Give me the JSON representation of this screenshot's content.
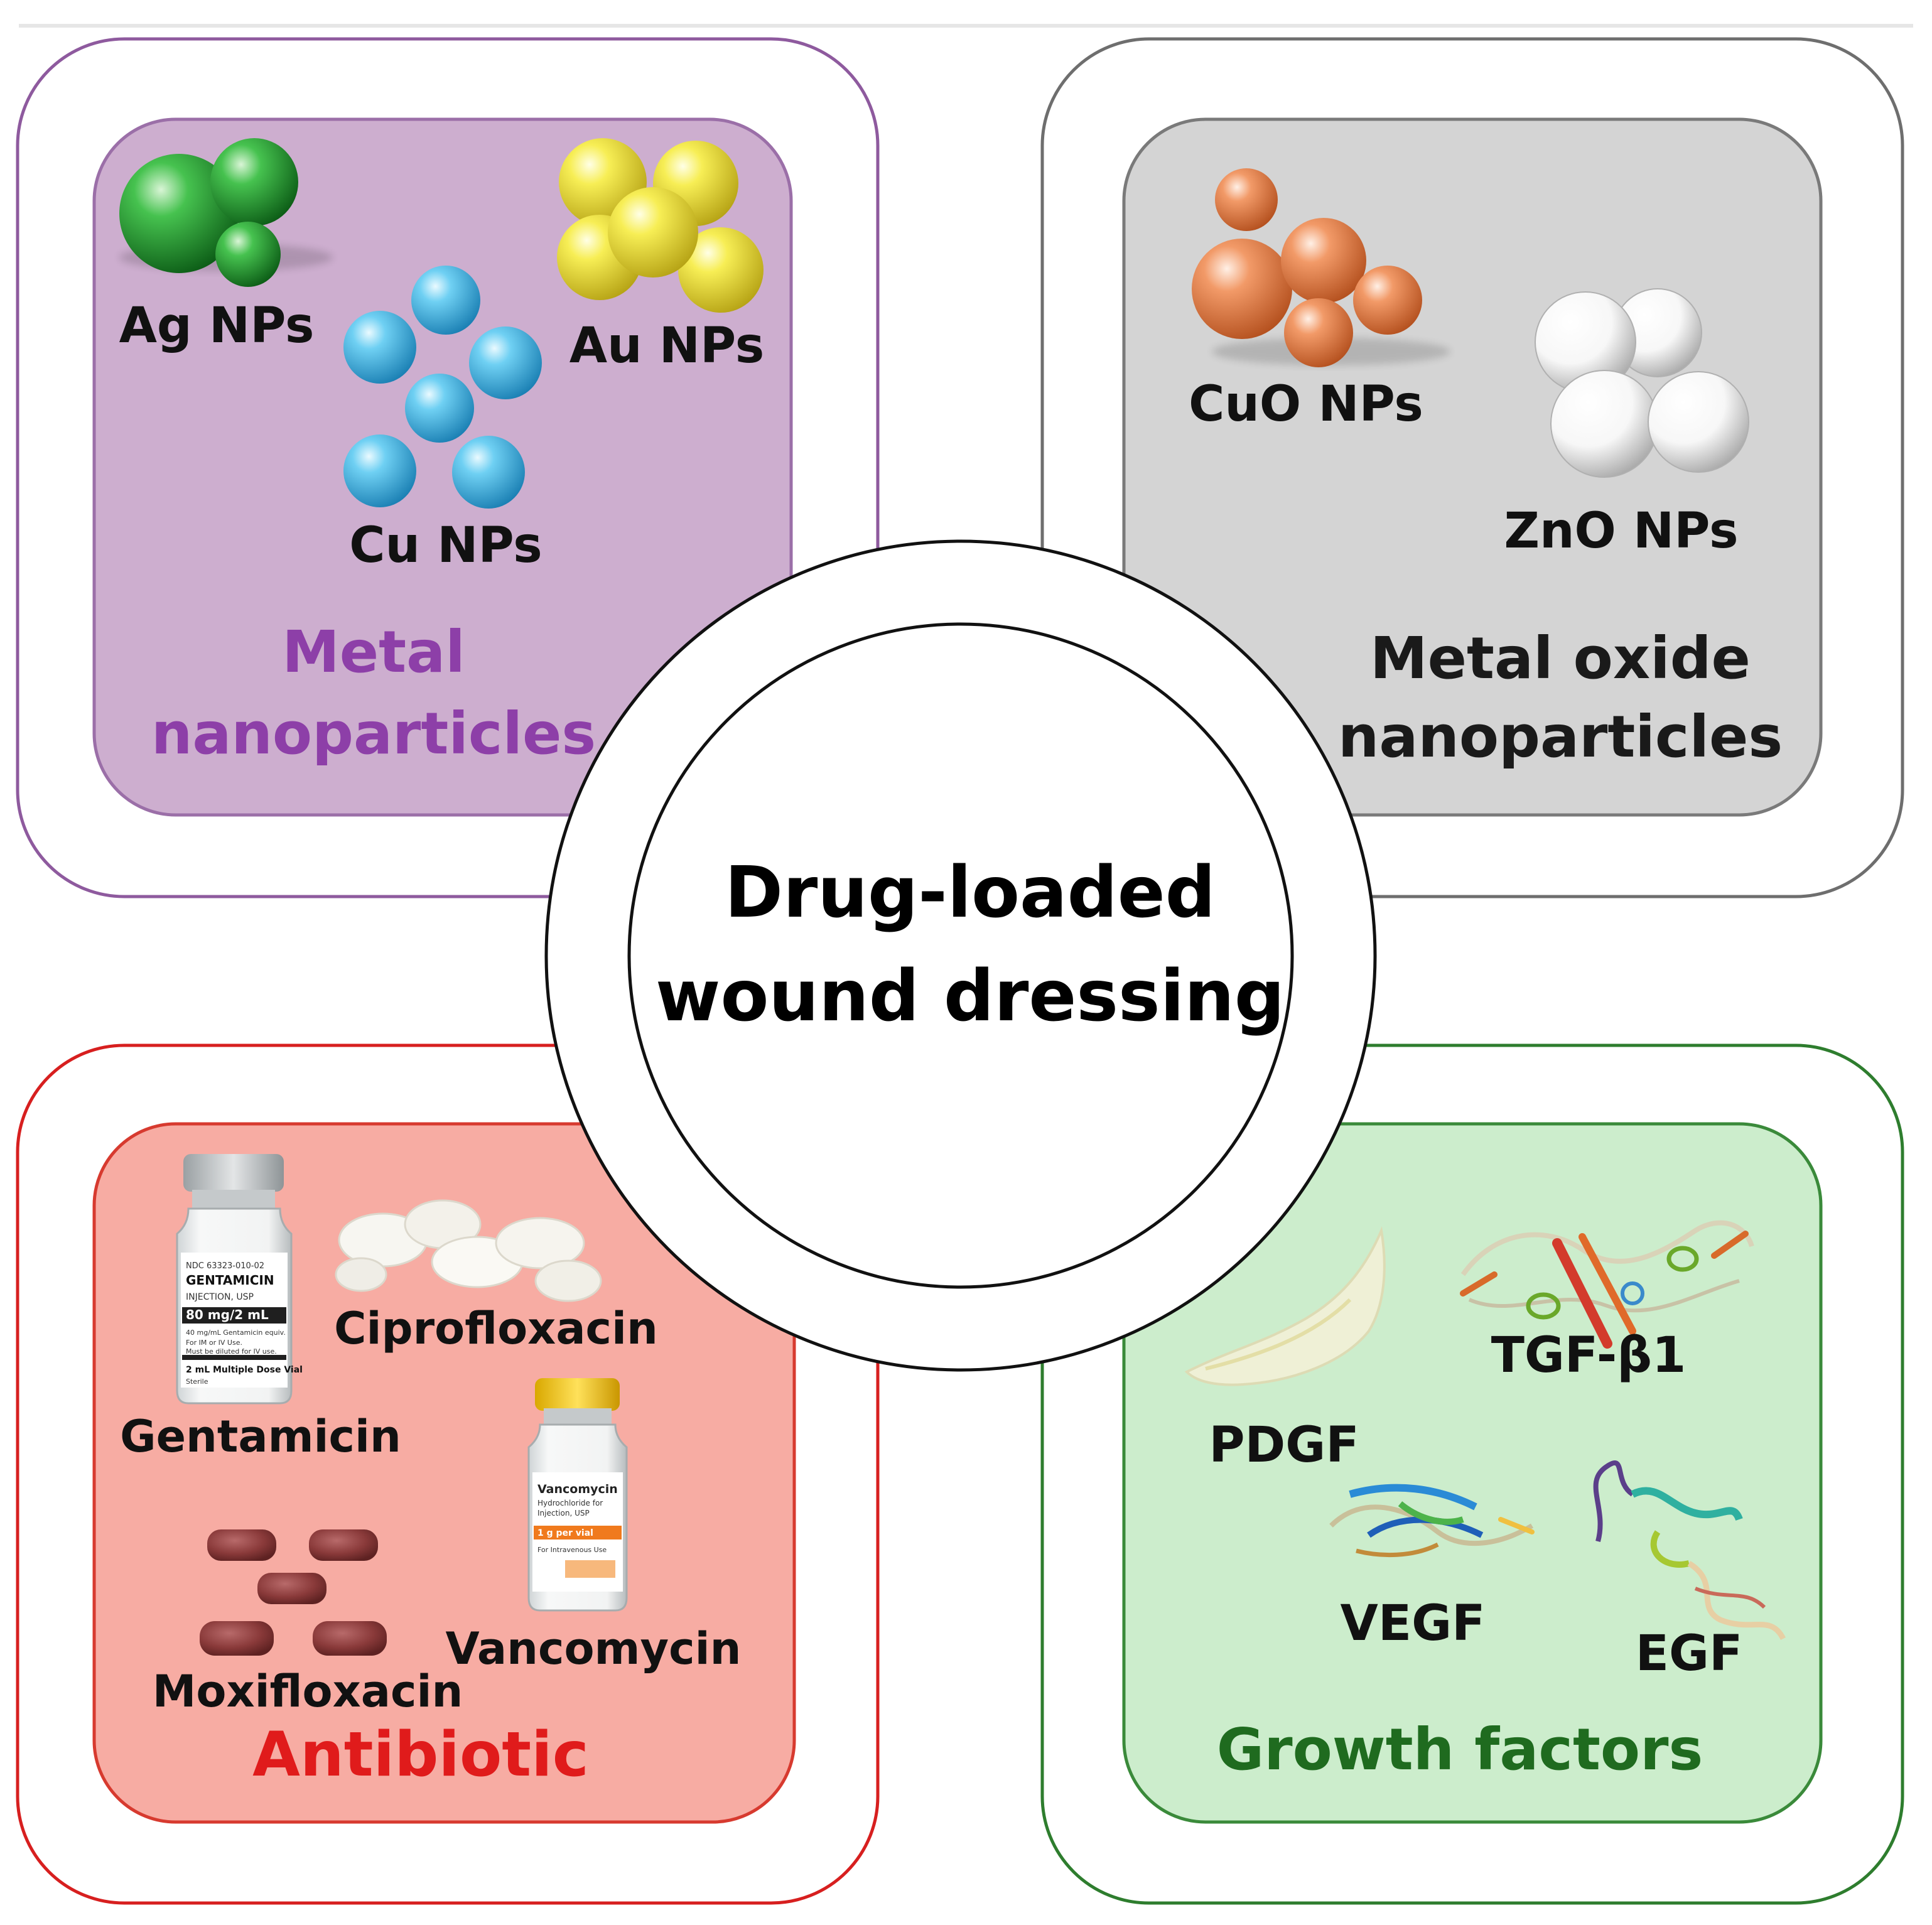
{
  "center": {
    "line1": "Drug-loaded",
    "line2": "wound dressing"
  },
  "quadrants": {
    "metal": {
      "title_line1": "Metal",
      "title_line2": "nanoparticles",
      "items": [
        "Ag NPs",
        "Au NPs",
        "Cu NPs"
      ],
      "color": "#8d3fa8",
      "fill": "#cdaecf",
      "border": "#8e5a9e"
    },
    "metal_oxide": {
      "title_line1": "Metal oxide",
      "title_line2": "nanoparticles",
      "items": [
        "CuO NPs",
        "ZnO NPs"
      ],
      "color": "#1a1a1a",
      "fill": "#d4d4d4",
      "border": "#6e6e6e"
    },
    "antibiotic": {
      "title": "Antibiotic",
      "items": [
        "Ciprofloxacin",
        "Gentamicin",
        "Vancomycin",
        "Moxifloxacin"
      ],
      "color": "#e01b1b",
      "fill": "#f7aca3",
      "border": "#d71f1f"
    },
    "growth": {
      "title": "Growth factors",
      "items": [
        "TGF-β1",
        "PDGF",
        "VEGF",
        "EGF"
      ],
      "color": "#1f6b1f",
      "fill": "#ccedcc",
      "border": "#2e7d2e"
    }
  },
  "particle_colors": {
    "silver": "#1f9a2e",
    "gold": "#f2e23a",
    "copper": "#4cb8e6",
    "copper_oxide": "#ee8a55",
    "zinc_oxide": "#f4f4f4"
  },
  "vial_labels": {
    "gentamicin": [
      "NDC 63323-010-02",
      "GENTAMICIN",
      "INJECTION, USP",
      "80 mg/2 mL",
      "40 mg/mL Gentamicin equiv.",
      "For IM or IV Use.",
      "Must be diluted for IV use.",
      "2 mL Multiple Dose Vial",
      "Sterile"
    ],
    "vancomycin": [
      "Vancomycin",
      "Hydrochloride for",
      "Injection, USP",
      "1 g per vial",
      "For Intravenous Use"
    ]
  }
}
